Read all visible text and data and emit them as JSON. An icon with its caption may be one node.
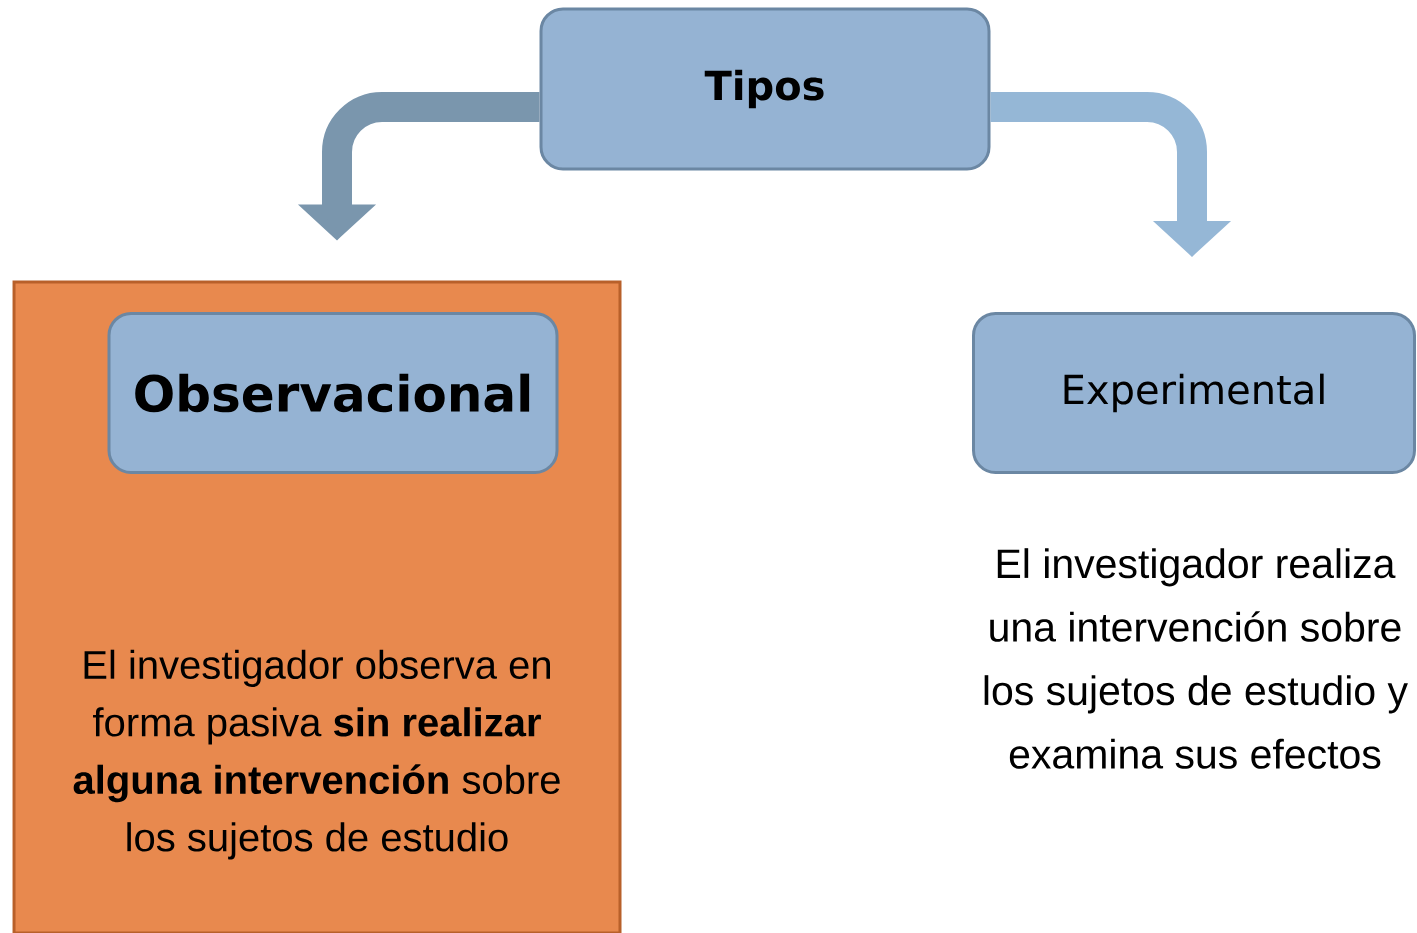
{
  "diagram": {
    "nodes": [
      {
        "text": [
          "Tipos"
        ]
      },
      {
        "text": [
          "El investigador observa en forma pasiva **sin realizar alguna intervención** sobre los sujetos de estudio"
        ]
      },
      {
        "text": [
          "Observacional"
        ],
        "in": 1
      },
      {
        "text": [
          "Experimental"
        ],
        "beside": [
          "El investigador realiza una intervención sobre los sujetos de estudio y examina sus efectos"
        ]
      }
    ],
    "edges": [
      {
        "from": 0,
        "to": 1,
        "arrow": "to",
        "color": "#7a96ad"
      },
      {
        "from": 0,
        "to": 3,
        "arrow": "to",
        "color": "#95b7d6"
      }
    ]
  }
}
